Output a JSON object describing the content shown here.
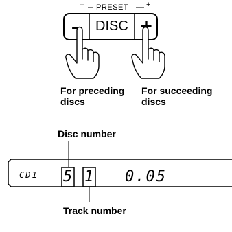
{
  "buttons": {
    "minus_symbol": "–",
    "preset_label": "PRESET",
    "plus_symbol": "+",
    "minus_glyph": "–",
    "disc_label": "DISC",
    "plus_glyph": "+"
  },
  "captions": {
    "preceding": [
      "For preceding",
      "discs"
    ],
    "succeeding": [
      "For succeeding",
      "discs"
    ]
  },
  "display": {
    "mode_text": "CD1",
    "disc_digit": "5",
    "track_digit": "1",
    "time_text": "0.05"
  },
  "callouts": {
    "disc_number": "Disc number",
    "track_number": "Track number"
  },
  "icons": [
    "hand-pointer-icon",
    "hand-pointer-icon"
  ]
}
